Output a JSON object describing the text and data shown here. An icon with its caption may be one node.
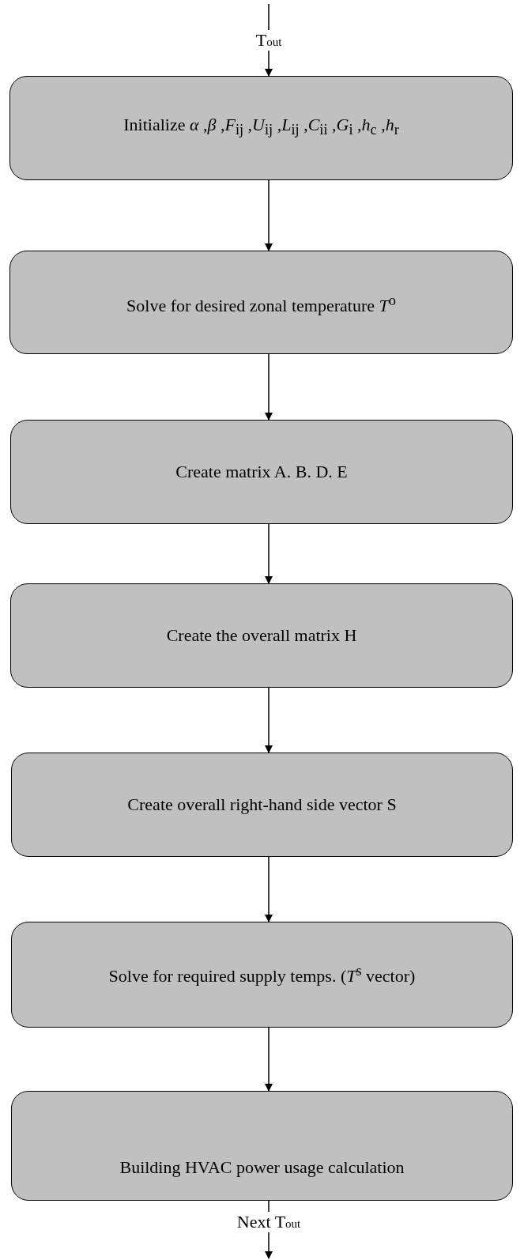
{
  "diagram": {
    "nodes": [
      {
        "text": [
          "Initialize *α* ,*β* ,*F*$_{ij}$ ,*U*$_{ij}$ ,*L*$_{ij}$ ,*C*$_{ii}$ ,*G*$_{i}$ ,*h*$_{c}$ ,*h*$_{r}$"
        ]
      },
      {
        "text": [
          "Solve for desired zonal temperature *T*$^{o}$"
        ]
      },
      {
        "text": [
          "Create matrix A. B. D. E"
        ]
      },
      {
        "text": [
          "Create the overall matrix H"
        ]
      },
      {
        "text": [
          "Create overall right-hand side vector S"
        ]
      },
      {
        "text": [
          "Solve for required supply temps. (*T*$^{s}$ vector)"
        ]
      },
      {
        "text": [
          "Building HVAC power usage calculation"
        ]
      }
    ],
    "edges": [
      {
        "from": null,
        "to": 0,
        "arrow": "to",
        "label": "T$_{out}$"
      },
      {
        "from": 0,
        "to": 1,
        "arrow": "to"
      },
      {
        "from": 1,
        "to": 2,
        "arrow": "to"
      },
      {
        "from": 2,
        "to": 3,
        "arrow": "to"
      },
      {
        "from": 3,
        "to": 4,
        "arrow": "to"
      },
      {
        "from": 4,
        "to": 5,
        "arrow": "to"
      },
      {
        "from": 5,
        "to": 6,
        "arrow": "to"
      },
      {
        "from": 6,
        "to": null,
        "arrow": "to",
        "label": "Next T$_{out}$"
      }
    ]
  }
}
